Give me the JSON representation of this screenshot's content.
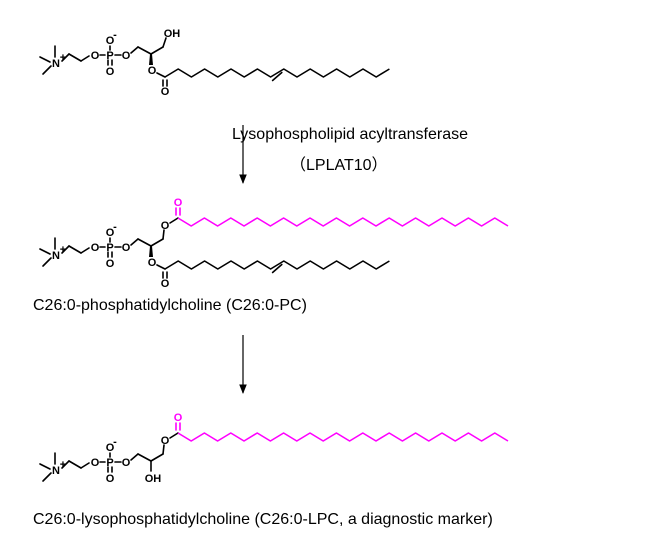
{
  "colors": {
    "bond": "#000000",
    "highlight": "#ff00ff"
  },
  "atoms": {
    "nitrogen": "N",
    "charge_plus": "+",
    "oxygen": "O",
    "phosphorus": "P",
    "charge_minus": "-",
    "hydroxyl": "OH"
  },
  "reaction": {
    "enzyme": "Lysophospholipid acyltransferase",
    "enzyme_abbrev": "（LPLAT10）"
  },
  "molecules": [
    {
      "label": "",
      "sn1": "OH",
      "sn2": "oleoyl",
      "oleoyl_carbons": 18
    },
    {
      "label": "C26:0-phosphatidylcholine (C26:0-PC)",
      "sn1": "C26:0",
      "sn2": "oleoyl",
      "acyl_carbons": 26
    },
    {
      "label": "C26:0-lysophosphatidylcholine (C26:0-LPC, a diagnostic marker)",
      "sn1": "C26:0",
      "sn2": "OH",
      "acyl_carbons": 26
    }
  ]
}
